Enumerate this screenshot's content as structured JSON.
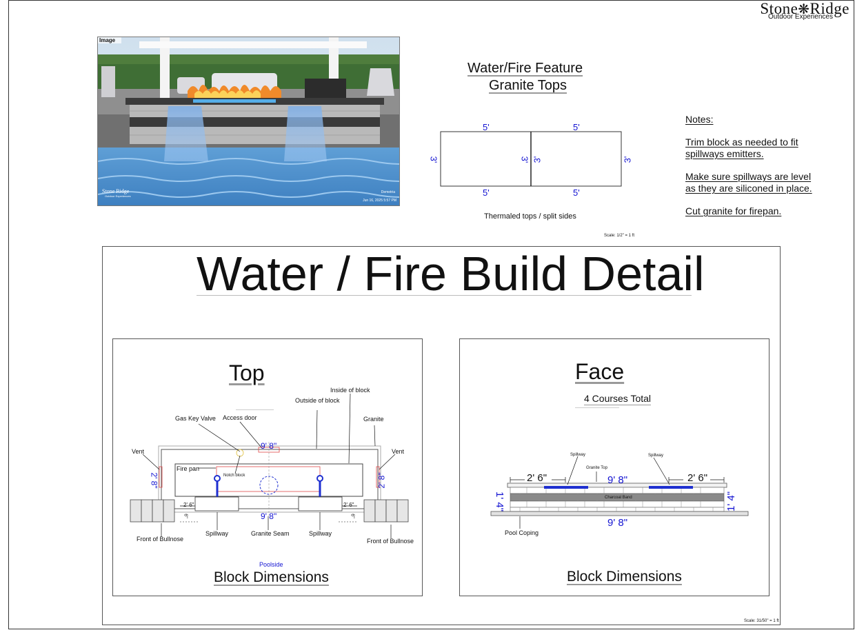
{
  "brand": {
    "name_left": "Stone",
    "name_right": "Ridge",
    "tagline": "Outdoor Experiences"
  },
  "photo": {
    "label": "Image",
    "logo_text": "Stone Ridge",
    "logo_tagline": "Outdoor Experiences",
    "caption_name": "Demetria",
    "caption_date": "Jun 16, 2025 5:57 PM"
  },
  "granite_tops": {
    "title_line1": "Water/Fire  Feature",
    "title_line2": "Granite Tops",
    "top_dims": [
      "5'",
      "5'"
    ],
    "bottom_dims": [
      "5'",
      "5'"
    ],
    "side_dims": [
      "3'",
      "3'",
      "3'",
      "3'"
    ],
    "caption": "Thermaled tops / split sides",
    "scale": "Scale: 1/2\" = 1 ft"
  },
  "notes": {
    "heading": "Notes:",
    "items": [
      {
        "line1": "Trim block as needed to fit",
        "line2": "spillways emitters."
      },
      {
        "line1": "Make sure spillways are level",
        "line2": "as they are siliconed in place."
      },
      {
        "line1": "Cut granite for firepan.",
        "line2": ""
      }
    ]
  },
  "build_detail": {
    "title": "Water / Fire Build Detail",
    "scale": "Scale: 31/50\" = 1 ft",
    "top_panel": {
      "title": "Top",
      "labels": {
        "inside_block": "Inside of block",
        "outside_block": "Outside of block",
        "gas_key_valve": "Gas Key Valve",
        "access_door": "Access door",
        "granite": "Granite",
        "vent_left": "Vent",
        "vent_right": "Vent",
        "fire_pan": "Fire pan",
        "notch_block": "Notch block",
        "spillway_left": "Spillway",
        "granite_seam": "Granite Seam",
        "spillway_right": "Spillway",
        "front_bullnose_left": "Front of Bullnose",
        "front_bullnose_right": "Front of Bullnose",
        "poolside": "Poolside"
      },
      "dims": {
        "top_length": "9' 8\"",
        "bottom_length": "9' 8\"",
        "left_depth": "2' 8\"",
        "right_depth": "2' 8\"",
        "spill_left": "2' 6\"",
        "spill_right": "2' 6\"",
        "setback_left": "6\"",
        "setback_right": "6\""
      },
      "footer": "Block Dimensions"
    },
    "face_panel": {
      "title": "Face",
      "subtitle": "4 Courses Total",
      "labels": {
        "spillway_left": "Spillway",
        "granite_top": "Granite Top",
        "spillway_right": "Spillway",
        "charcoal_band": "Charcoal Band",
        "pool_coping": "Pool Coping"
      },
      "dims": {
        "left_span": "2' 6\"",
        "center_span": "9' 8\"",
        "right_span": "2' 6\"",
        "height_left": "1' 4\"",
        "height_right": "1' 4\"",
        "bottom_length": "9' 8\""
      },
      "footer": "Block Dimensions"
    }
  },
  "colors": {
    "dimension_blue": "#1414d2",
    "spillway_blue": "#1e2fd0",
    "red_outline": "#e04848",
    "charcoal_band": "#8a8a8a"
  }
}
